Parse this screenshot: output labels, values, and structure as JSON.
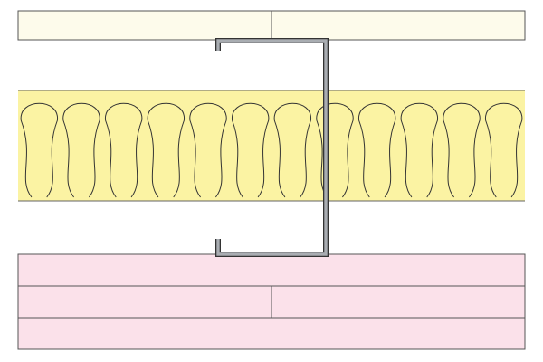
{
  "diagram": {
    "colors": {
      "background": "#ffffff",
      "top_board": "#fdfbeb",
      "insulation": "#fbf3a3",
      "bottom_boards": "#fbe1ea",
      "stud": "#a9adb2",
      "stud_outline": "#333333",
      "line": "#555555"
    },
    "layers": [
      {
        "id": "top-board",
        "material": "board",
        "segments": 2
      },
      {
        "id": "insulation",
        "material": "mineral-wool",
        "loops": 12
      },
      {
        "id": "bottom-board-1",
        "material": "board",
        "segments": 1
      },
      {
        "id": "bottom-board-2",
        "material": "board",
        "segments": 2
      },
      {
        "id": "bottom-board-3",
        "material": "board",
        "segments": 1
      }
    ],
    "stud": {
      "shape": "c-channel"
    }
  }
}
